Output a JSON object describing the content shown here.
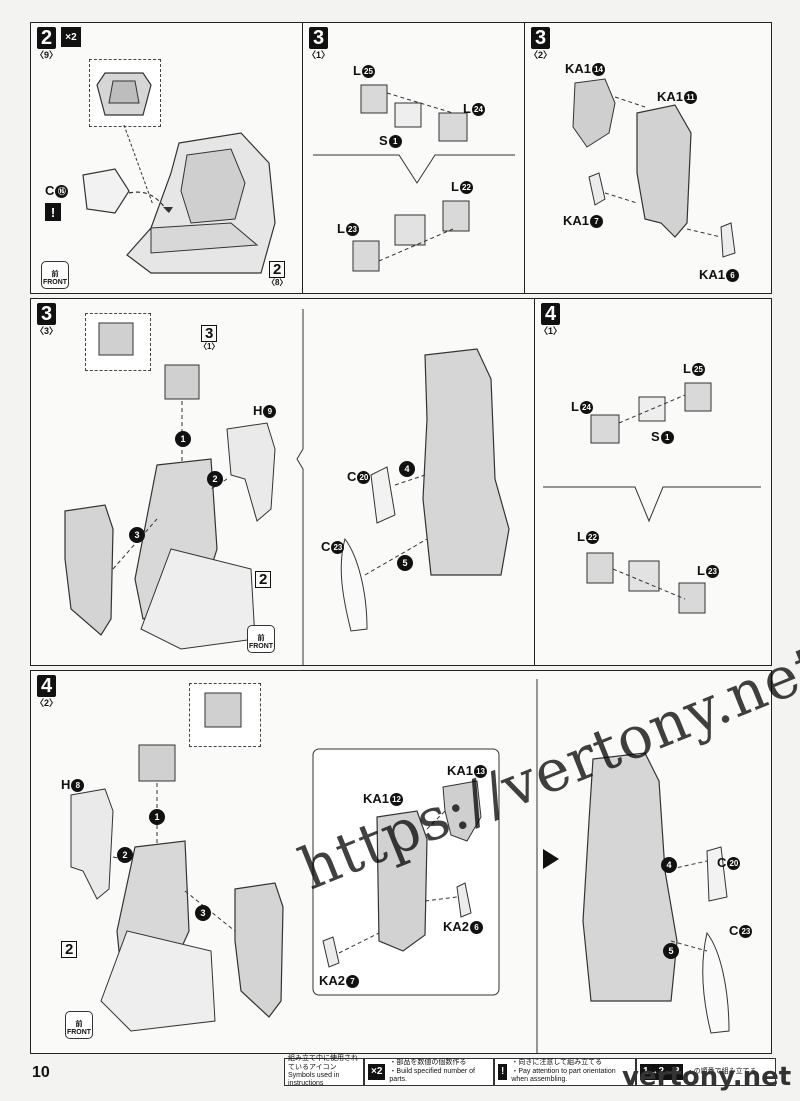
{
  "page_number": "10",
  "panels": {
    "p1": {
      "step": "2",
      "sub": "〈9〉",
      "x2": "×2",
      "parts": {
        "c16": "C",
        "c16n": "⑯"
      },
      "ref": {
        "n": "2",
        "s": "〈8〉"
      },
      "front": {
        "jp": "前",
        "en": "FRONT"
      }
    },
    "p2": {
      "step": "3",
      "sub": "〈1〉",
      "parts": {
        "l25": "L",
        "l25n": "25",
        "l24": "L",
        "l24n": "24",
        "s1": "S",
        "s1n": "1",
        "l22": "L",
        "l22n": "22",
        "l23": "L",
        "l23n": "23"
      }
    },
    "p3": {
      "step": "3",
      "sub": "〈2〉",
      "parts": {
        "ka14": "KA1",
        "ka14n": "14",
        "ka11": "KA1",
        "ka11n": "11",
        "ka7": "KA1",
        "ka7n": "7",
        "ka6": "KA1",
        "ka6n": "6"
      }
    },
    "p4": {
      "step": "3",
      "sub": "〈3〉",
      "ref": {
        "n": "3",
        "s": "〈1〉"
      },
      "parts": {
        "h9": "H",
        "h9n": "9",
        "ref2": "2",
        "c20": "C",
        "c20n": "20",
        "c23": "C",
        "c23n": "23"
      },
      "arrows": [
        "1",
        "2",
        "3",
        "4",
        "5"
      ],
      "front": {
        "jp": "前",
        "en": "FRONT"
      }
    },
    "p5": {
      "step": "4",
      "sub": "〈1〉",
      "parts": {
        "l25": "L",
        "l25n": "25",
        "l24": "L",
        "l24n": "24",
        "s1": "S",
        "s1n": "1",
        "l22": "L",
        "l22n": "22",
        "l23": "L",
        "l23n": "23"
      }
    },
    "p6": {
      "step": "4",
      "sub": "〈2〉",
      "parts": {
        "h8": "H",
        "h8n": "8",
        "ref2": "2",
        "ka13": "KA1",
        "ka13n": "13",
        "ka12": "KA1",
        "ka12n": "12",
        "ka26": "KA2",
        "ka26n": "6",
        "ka27": "KA2",
        "ka27n": "7",
        "c20": "C",
        "c20n": "20",
        "c23": "C",
        "c23n": "23"
      },
      "arrows": [
        "1",
        "2",
        "3",
        "4",
        "5"
      ],
      "front": {
        "jp": "前",
        "en": "FRONT"
      }
    }
  },
  "legend": {
    "title_jp": "組み立て中に使用されているアイコン",
    "title_en": "Symbols used in instructions",
    "x2_icon": "×2",
    "x2_jp": "・部品を数値の個数作る",
    "x2_en": "・Build specified number of parts.",
    "warn_icon": "!",
    "warn_jp": "・向きに注意して組み立てる",
    "warn_en": "・Pay attention to part orientation when assembling.",
    "order_icon": "1→2→3",
    "order_jp": "・の順番で組み立てる"
  },
  "watermark": "https://vertony.net/",
  "watermark2": "vertony.net"
}
